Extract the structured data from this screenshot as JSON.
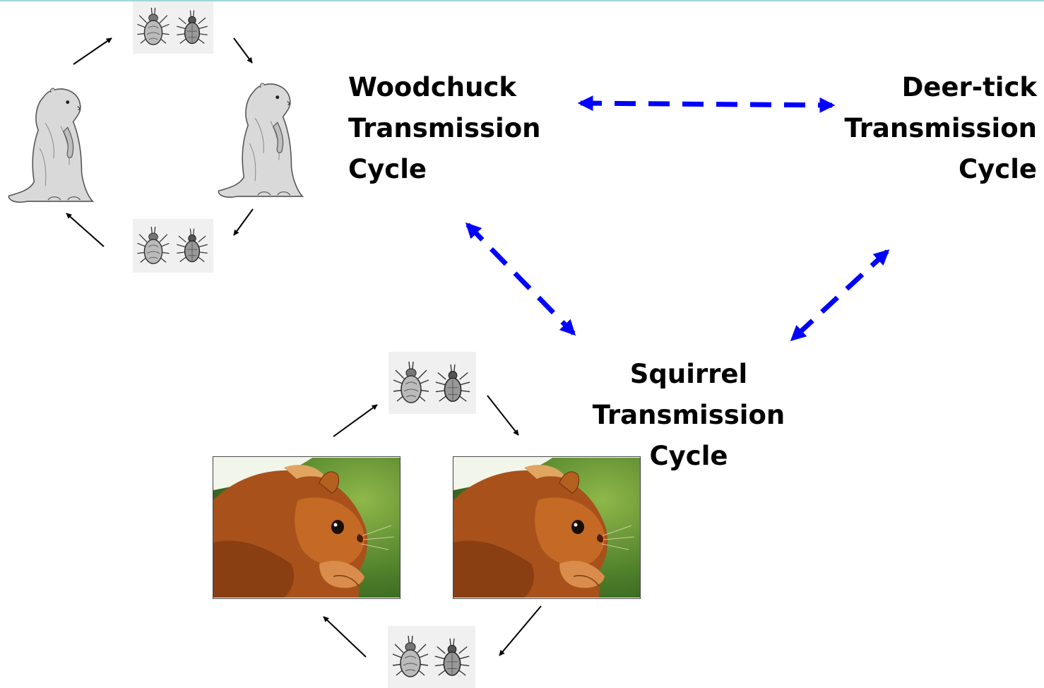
{
  "diagram": {
    "cycles": {
      "woodchuck": {
        "lines": [
          "Woodchuck",
          "Transmission",
          "Cycle"
        ]
      },
      "deertick": {
        "lines": [
          "Deer-tick",
          "Transmission",
          "Cycle"
        ]
      },
      "squirrel": {
        "lines": [
          "Squirrel",
          "Transmission",
          "Cycle"
        ]
      }
    },
    "links": [
      {
        "from": "woodchuck",
        "to": "deertick",
        "style": "dashed-double-arrow"
      },
      {
        "from": "woodchuck",
        "to": "squirrel",
        "style": "dashed-double-arrow"
      },
      {
        "from": "deertick",
        "to": "squirrel",
        "style": "dashed-double-arrow"
      }
    ],
    "illustrations": {
      "woodchuck_cycle": [
        "tick-pair",
        "woodchuck",
        "tick-pair",
        "woodchuck"
      ],
      "squirrel_cycle": [
        "tick-pair",
        "squirrel-photo",
        "tick-pair",
        "squirrel-photo"
      ]
    }
  },
  "colors": {
    "link_arrow": "#0000ff",
    "cycle_arrow": "#000000",
    "top_rule": "#9fd6d8"
  }
}
